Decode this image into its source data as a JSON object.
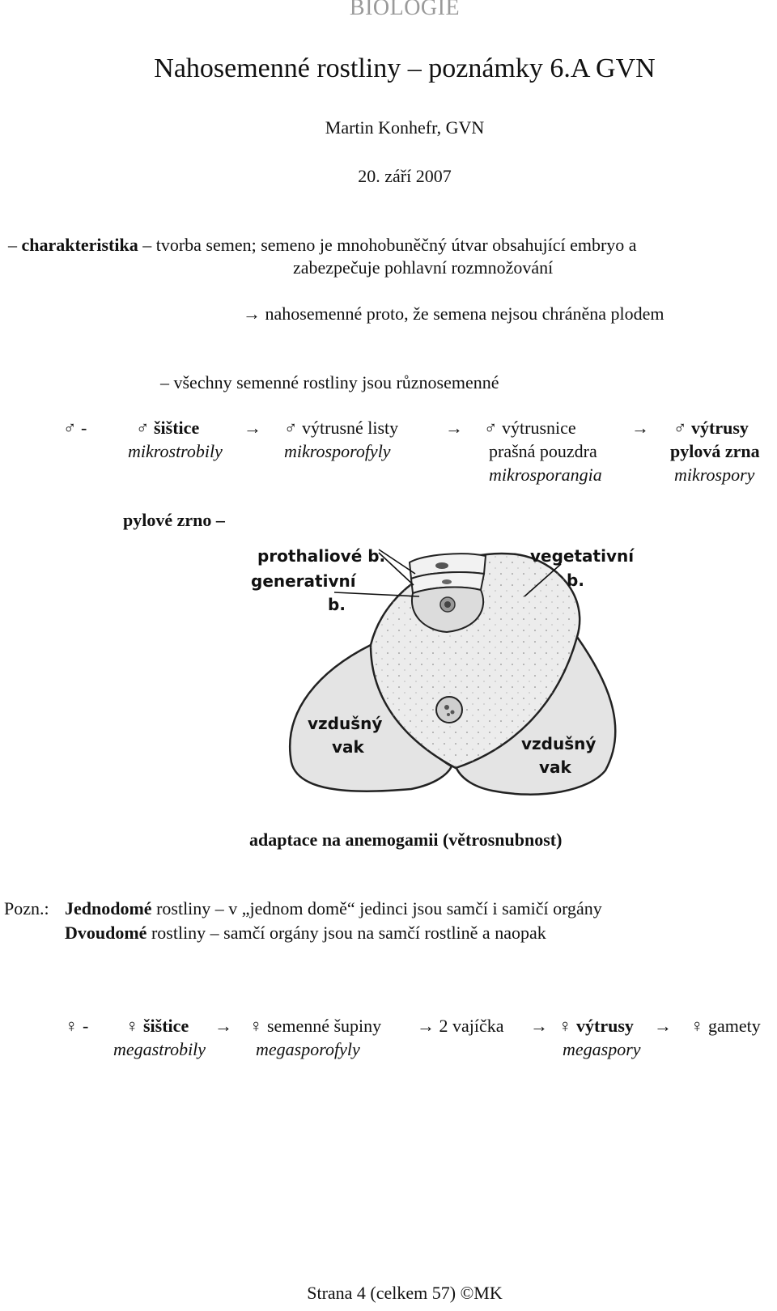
{
  "header": "BIOLOGIE",
  "title": "Nahosemenné rostliny – poznámky 6.A GVN",
  "author": "Martin Konhefr, GVN",
  "date": "20. září 2007",
  "char": {
    "dash": "–",
    "term": "charakteristika",
    "text1": "– tvorba semen; semeno je mnohobuněčný útvar obsahující embryo a",
    "text2": "zabezpečuje pohlavní rozmnožování",
    "arrow_line": "→ nahosemenné proto, že semena nejsou chráněna plodem",
    "all_line": "– všechny semenné rostliny jsou různosemenné"
  },
  "male_row": {
    "lead": "♂ -",
    "c1_sym": "♂",
    "c1_term": "šištice",
    "c1_sub": "mikrostrobily",
    "arrow1": "→",
    "c2_sym": "♂",
    "c2_term": "výtrusné listy",
    "c2_sub": "mikrosporofyly",
    "arrow2": "→",
    "c3_sym": "♂",
    "c3_term": "výtrusnice",
    "c3_sub1": "prašná pouzdra",
    "c3_sub2": "mikrosporangia",
    "arrow3": "→",
    "c4_sym": "♂",
    "c4_term": "výtrusy",
    "c4_sub1": "pylová zrna",
    "c4_sub2": "mikrospory"
  },
  "pollen": {
    "label": "pylové zrno –",
    "lbl_prothal": "prothaliové b.",
    "lbl_gen1": "generativní",
    "lbl_gen2": "b.",
    "lbl_veg1": "vegetativní",
    "lbl_veg2": "b.",
    "lbl_air_l1": "vzdušný",
    "lbl_air_l2": "vak",
    "lbl_air_r1": "vzdušný",
    "lbl_air_r2": "vak",
    "caption": "adaptace na anemogamii (větrosnubnost)"
  },
  "note": {
    "prefix": "Pozn.:",
    "l1_term": "Jednodomé",
    "l1_text": "rostliny – v „jednom domě“ jedinci jsou samčí i samičí orgány",
    "l2_term": "Dvoudomé",
    "l2_text": "rostliny – samčí orgány jsou na samčí rostlině a naopak"
  },
  "female_row": {
    "lead": "♀ -",
    "c1_sym": "♀",
    "c1_term": "šištice",
    "c1_sub": "megastrobily",
    "arrow1": "→",
    "c2_sym": "♀",
    "c2_term": "semenné šupiny",
    "c2_sub": "megasporofyly",
    "c3": "→ 2 vajíčka",
    "arrow3": "→",
    "c4_sym": "♀",
    "c4_term": "výtrusy",
    "c4_sub": "megaspory",
    "arrow4": "→",
    "c5_sym": "♀",
    "c5_term": "gamety"
  },
  "footer": "Strana 4 (celkem 57) ©MK"
}
